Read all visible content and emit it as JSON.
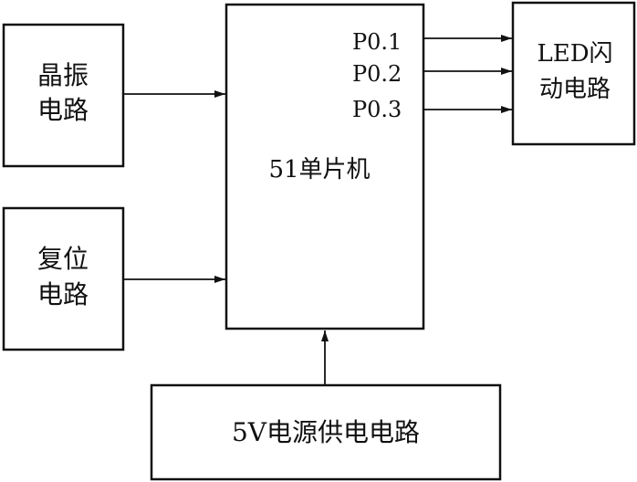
{
  "diagram": {
    "blocks": {
      "crystal": {
        "line1": "晶振",
        "line2": "电路"
      },
      "reset": {
        "line1": "复位",
        "line2": "电路"
      },
      "mcu": {
        "label": "51单片机",
        "ports": [
          "P0.1",
          "P0.2",
          "P0.3"
        ]
      },
      "led": {
        "line1": "LED闪",
        "line2": "动电路"
      },
      "power": {
        "label": "5V电源供电电路"
      }
    },
    "colors": {
      "stroke": "#111111",
      "background": "#ffffff"
    }
  }
}
